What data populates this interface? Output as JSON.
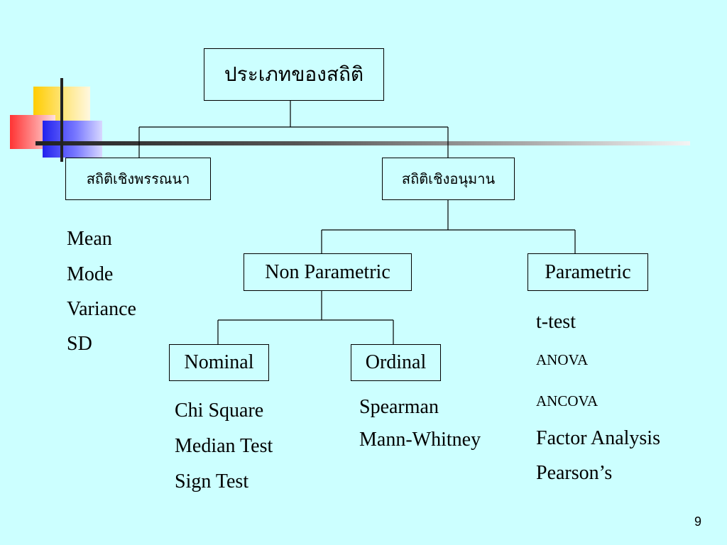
{
  "diagram": {
    "root": "ประเภทของสถิติ",
    "descriptive": {
      "label": "สถิติเชิงพรรณนา",
      "items": [
        "Mean",
        "Mode",
        "Variance",
        "SD"
      ]
    },
    "inferential": {
      "label": "สถิติเชิงอนุมาน",
      "non_parametric": {
        "label": "Non Parametric",
        "nominal": {
          "label": "Nominal",
          "items": [
            "Chi Square",
            "Median Test",
            "Sign Test"
          ]
        },
        "ordinal": {
          "label": "Ordinal",
          "items": [
            "Spearman",
            "Mann-Whitney"
          ]
        }
      },
      "parametric": {
        "label": "Parametric",
        "items": [
          "t-test",
          "ANOVA",
          "ANCOVA",
          "Factor Analysis",
          "Pearson’s"
        ]
      }
    }
  },
  "slide": {
    "page_number": "9"
  },
  "colors": {
    "background": "#ccffff",
    "line": "#000000"
  }
}
